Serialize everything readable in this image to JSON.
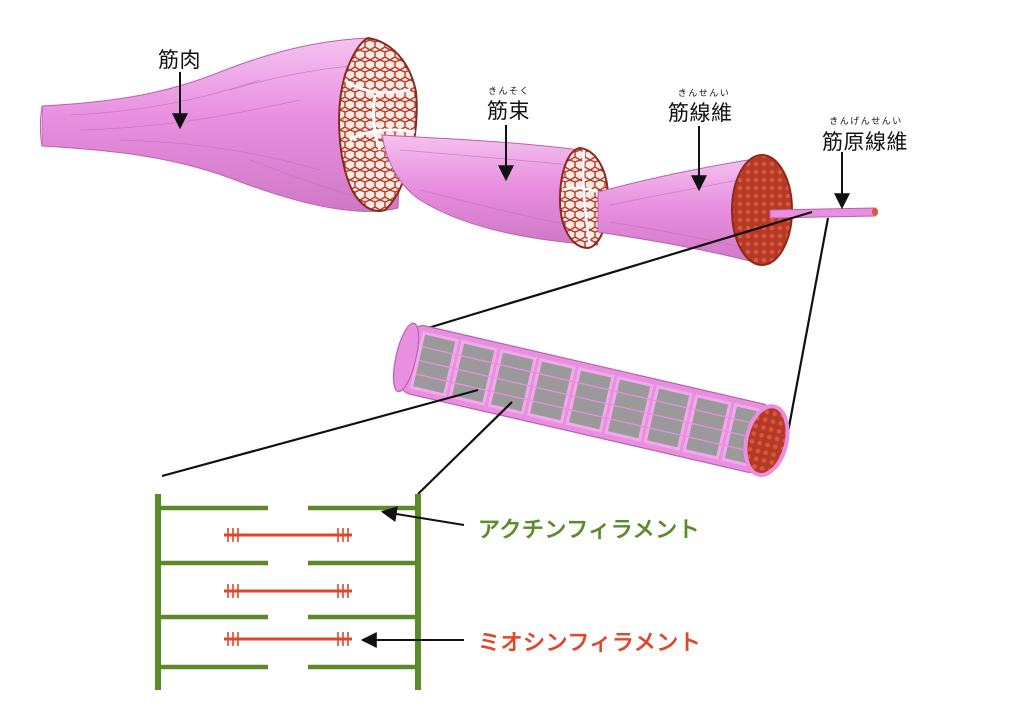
{
  "labels": {
    "muscle": {
      "text": "筋肉"
    },
    "bundle": {
      "text": "筋束",
      "ruby": "きんそく"
    },
    "fiber": {
      "text": "筋線維",
      "ruby": "きんせんい"
    },
    "myofibril": {
      "text": "筋原線維",
      "ruby": "きんげんせんい"
    },
    "actin": {
      "text": "アクチンフィラメント"
    },
    "myosin": {
      "text": "ミオシンフィラメント"
    }
  },
  "colors": {
    "muscle_pink": "#e890df",
    "muscle_dark_pink": "#c86ec0",
    "muscle_light": "#f4c2ef",
    "cross_section_red": "#b53a26",
    "cross_section_light": "#fbe9e4",
    "actin_green": "#5a8a2a",
    "myosin_red": "#e0462c",
    "line_black": "#111111",
    "band_gray": "#8a8a8a"
  },
  "icons": [
    "down-arrow-icon",
    "left-arrow-icon"
  ]
}
